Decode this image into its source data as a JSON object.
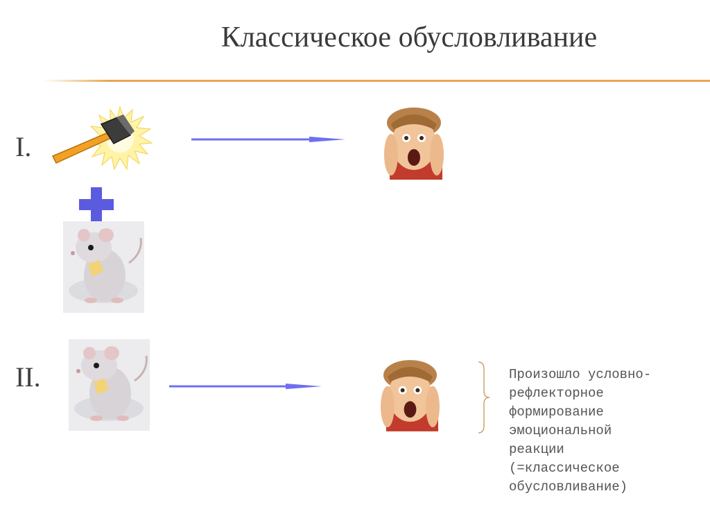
{
  "slide": {
    "title": "Классическое обусловливание",
    "row1": {
      "label": "I."
    },
    "row2": {
      "label": "II."
    },
    "note": {
      "lines": [
        "Произошло условно-",
        "рефлекторное",
        "формирование",
        "эмоциональной",
        "реакции",
        "(=классическое",
        "обусловливание)"
      ]
    }
  },
  "colors": {
    "rule": "#e8a550",
    "arrow": "#6f6ff0",
    "plus": "#5b5be0",
    "bracket": "#c9a56a",
    "title": "#3a3a3a"
  },
  "icons": {
    "stimulus": "hammer-icon",
    "neutral": "rat-icon",
    "response": "scared-child-face-icon",
    "combine": "plus-icon"
  }
}
